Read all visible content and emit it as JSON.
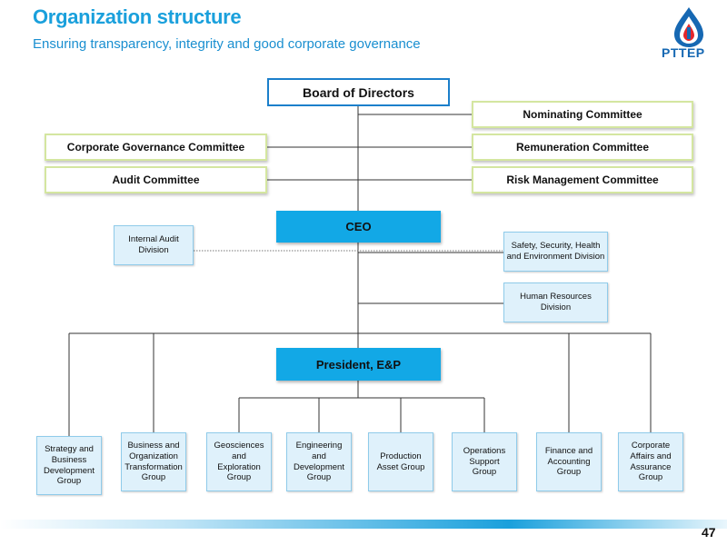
{
  "header": {
    "title": "Organization structure",
    "subtitle": "Ensuring transparency, integrity and good corporate governance",
    "logo_text": "PTTEP"
  },
  "board": {
    "label": "Board of Directors"
  },
  "committees": {
    "nominating": "Nominating Committee",
    "remuneration": "Remuneration Committee",
    "risk": "Risk Management Committee",
    "governance": "Corporate Governance Committee",
    "audit": "Audit Committee"
  },
  "ceo": {
    "label": "CEO"
  },
  "divisions": {
    "internal_audit": "Internal Audit Division",
    "sshe": "Safety, Security, Health and Environment Division",
    "hr": "Human Resources Division"
  },
  "president": {
    "label": "President, E&P"
  },
  "groups": [
    "Strategy and Business Development Group",
    "Business and Organization Transformation Group",
    "Geosciences and Exploration Group",
    "Engineering and Development Group",
    "Production Asset Group",
    "Operations Support Group",
    "Finance and Accounting Group",
    "Corporate Affairs and Assurance Group"
  ],
  "footer": {
    "page_number": "47"
  },
  "colors": {
    "accent": "#1aa0dc",
    "exec_box": "#12a8e6",
    "division_box": "#dff1fb",
    "committee_border": "#d4e6a0"
  }
}
